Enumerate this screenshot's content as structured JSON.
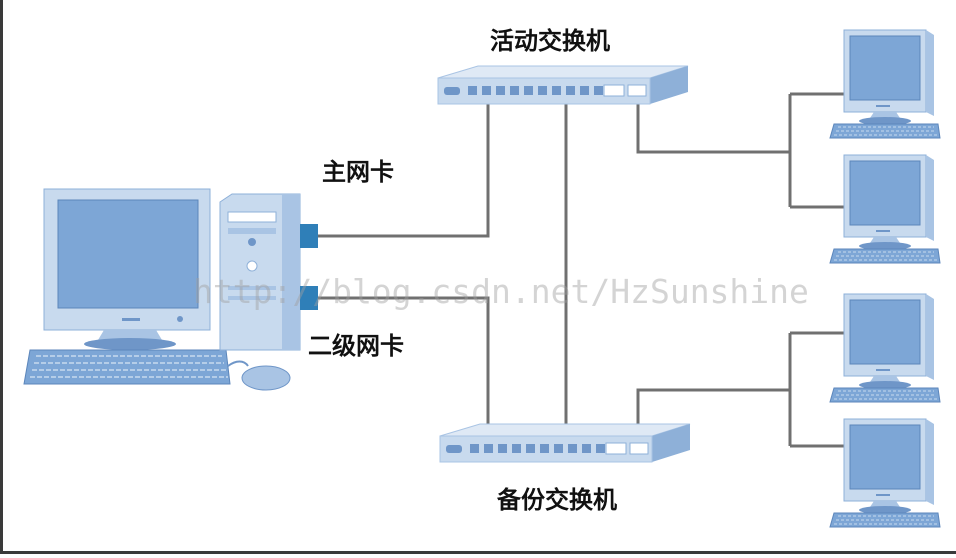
{
  "labels": {
    "active_switch": "活动交换机",
    "backup_switch": "备份交换机",
    "primary_nic": "主网卡",
    "secondary_nic": "二级网卡"
  },
  "watermark": "http://blog.csdn.net/HzSunshine",
  "colors": {
    "device_light": "#c8daee",
    "device_mid": "#a9c4e4",
    "device_dark": "#6f96c8",
    "port_accent": "#2f7fb8",
    "wire": "#707070"
  }
}
